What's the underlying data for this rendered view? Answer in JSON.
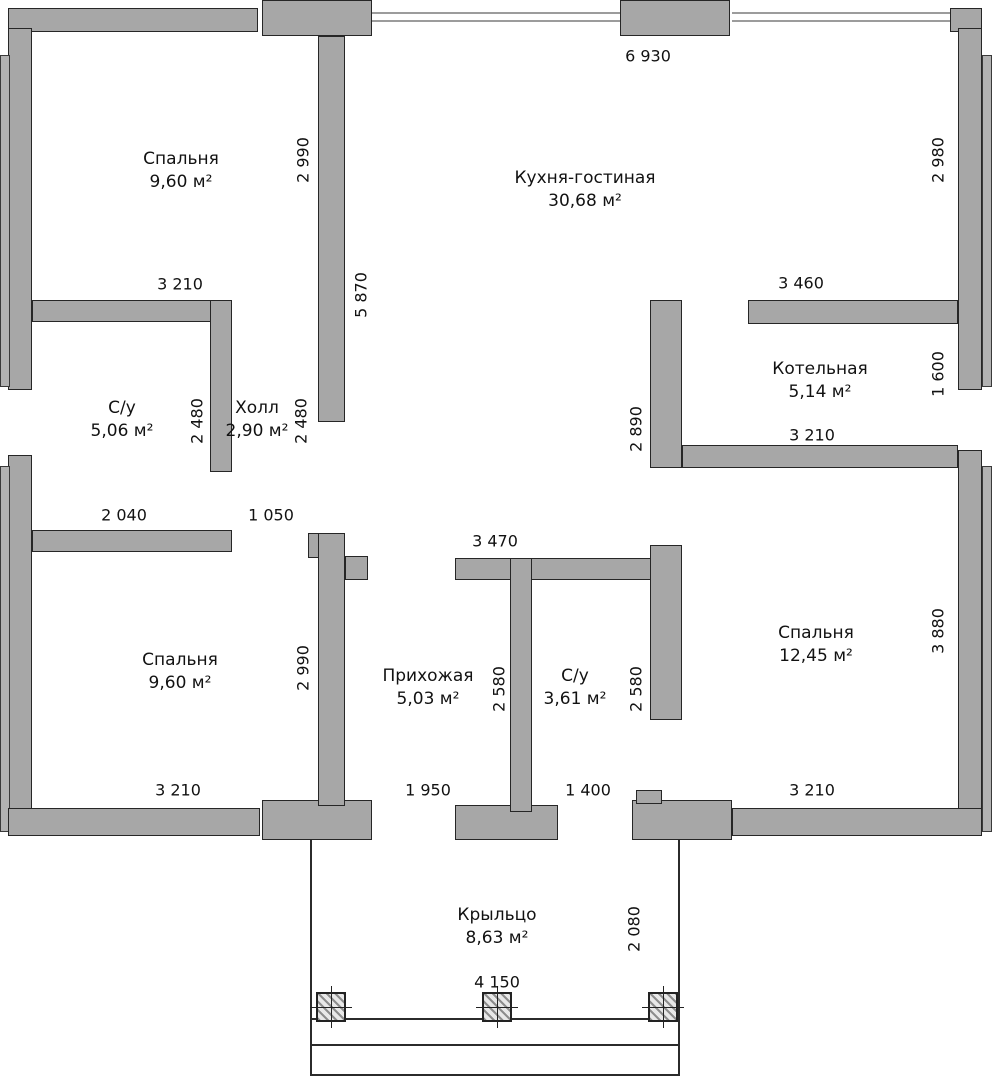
{
  "plan": {
    "title": "floor-plan",
    "background": "#ffffff",
    "wall_color": "#a7a7a7",
    "outline_color": "#262626",
    "text_color": "#121212"
  },
  "rooms": [
    {
      "name": "Спальня",
      "area": "9,60 м²"
    },
    {
      "name": "Кухня-гостиная",
      "area": "30,68 м²"
    },
    {
      "name": "С/у",
      "area": "5,06 м²"
    },
    {
      "name": "Холл",
      "area": "2,90 м²"
    },
    {
      "name": "Котельная",
      "area": "5,14 м²"
    },
    {
      "name": "Спальня",
      "area": "9,60 м²"
    },
    {
      "name": "Прихожая",
      "area": "5,03 м²"
    },
    {
      "name": "С/у",
      "area": "3,61 м²"
    },
    {
      "name": "Спальня",
      "area": "12,45 м²"
    },
    {
      "name": "Крыльцо",
      "area": "8,63 м²"
    }
  ],
  "dimensions": {
    "horizontal": [
      "6 930",
      "3 210",
      "3 460",
      "3 210",
      "2 040",
      "1 050",
      "3 470",
      "3 210",
      "1 950",
      "1 400",
      "3 210",
      "4 150"
    ],
    "vertical": [
      "2 990",
      "2 980",
      "5 870",
      "1 600",
      "2 480",
      "2 480",
      "2 890",
      "2 990",
      "2 580",
      "2 580",
      "3 880",
      "2 080"
    ]
  }
}
